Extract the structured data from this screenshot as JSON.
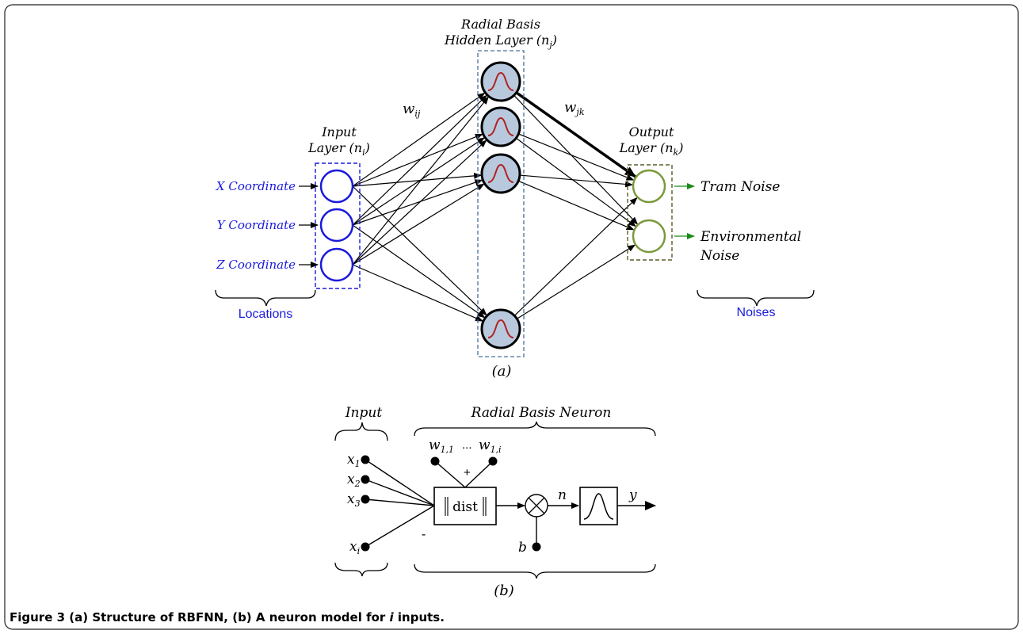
{
  "colors": {
    "input_blue": "#1a1adc",
    "hidden_box": "#4a6f9c",
    "hidden_fill": "#b8c9de",
    "gauss_red": "#b22222",
    "output_green": "#7a9a3c",
    "output_box": "#5b5b2a",
    "arrow_green": "#1a8a1a",
    "label_blue": "#1a1adc"
  },
  "icons": [
    "gaussian-icon",
    "multiply-icon"
  ],
  "diagram_a": {
    "hidden_title_1": "Radial Basis",
    "hidden_title_2": "Hidden Layer (n",
    "hidden_title_sub": "j",
    "input_title_1": "Input",
    "input_title_2": "Layer (n",
    "input_title_sub": "i",
    "output_title_1": "Output",
    "output_title_2": "Layer (n",
    "output_title_sub": "k",
    "w_ij": "w",
    "w_ij_sub": "ij",
    "w_jk": "w",
    "w_jk_sub": "jk",
    "inputs": [
      "X Coordinate",
      "Y Coordinate",
      "Z Coordinate"
    ],
    "outputs": [
      "Tram Noise",
      "Environmental",
      "Noise"
    ],
    "locations_label": "Locations",
    "noises_label": "Noises",
    "label": "(a)"
  },
  "diagram_b": {
    "input_title": "Input",
    "neuron_title": "Radial Basis Neuron",
    "x1": "x",
    "x1_sub": "1",
    "x2": "x",
    "x2_sub": "2",
    "x3": "x",
    "x3_sub": "3",
    "xi": "x",
    "xi_sub": "i",
    "w11": "w",
    "w11_sub": "1,1",
    "dots": "...",
    "w1i": "w",
    "w1i_sub": "1,i",
    "plus": "+",
    "minus": "-",
    "dist": "dist",
    "b": "b",
    "n": "n",
    "y": "y",
    "label": "(b)"
  },
  "caption": {
    "figure": "Figure 3",
    "text_1": " (a) Structure of RBFNN, (b) A neuron model for ",
    "i": "i",
    "text_2": " inputs."
  }
}
